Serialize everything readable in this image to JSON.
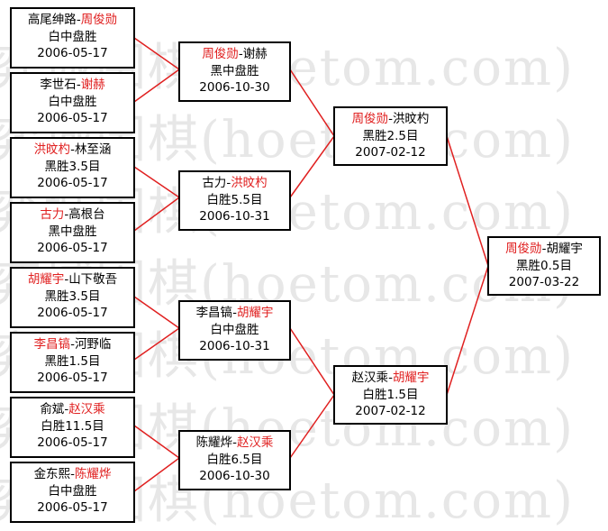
{
  "watermark": [
    "弈城围棋(hoetom.com)",
    "弈城围棋(hoetom.com)",
    "弈城围棋(hoetom.com)",
    "弈城围棋(hoetom.com)",
    "弈城围棋(hoetom.com)",
    "弈城围棋(hoetom.com)",
    "弈城围棋(hoetom.com)"
  ],
  "colors": {
    "winner": "#e02020",
    "connector": "#e02020",
    "border": "#000000"
  },
  "matches": [
    {
      "id": "r1m1",
      "p1": "高尾绅路",
      "sep": "-",
      "p2": "周俊勋",
      "winner": 2,
      "result": "白中盘胜",
      "date": "2006-05-17"
    },
    {
      "id": "r1m2",
      "p1": "李世石",
      "sep": "-",
      "p2": "谢赫",
      "winner": 2,
      "result": "白中盘胜",
      "date": "2006-05-17"
    },
    {
      "id": "r1m3",
      "p1": "洪旼杓",
      "sep": "-",
      "p2": "林至涵",
      "winner": 1,
      "result": "黑胜3.5目",
      "date": "2006-05-17"
    },
    {
      "id": "r1m4",
      "p1": "古力",
      "sep": "-",
      "p2": "高根台",
      "winner": 1,
      "result": "黑中盘胜",
      "date": "2006-05-17"
    },
    {
      "id": "r1m5",
      "p1": "胡耀宇",
      "sep": "-",
      "p2": "山下敬吾",
      "winner": 1,
      "result": "黑胜3.5目",
      "date": "2006-05-17"
    },
    {
      "id": "r1m6",
      "p1": "李昌镐",
      "sep": "-",
      "p2": "河野临",
      "winner": 1,
      "result": "黑胜1.5目",
      "date": "2006-05-17"
    },
    {
      "id": "r1m7",
      "p1": "俞斌",
      "sep": "-",
      "p2": "赵汉乘",
      "winner": 2,
      "result": "白胜11.5目",
      "date": "2006-05-17"
    },
    {
      "id": "r1m8",
      "p1": "金东熙",
      "sep": "-",
      "p2": "陈耀烨",
      "winner": 2,
      "result": "白中盘胜",
      "date": "2006-05-17"
    },
    {
      "id": "r2m1",
      "p1": "周俊勋",
      "sep": "-",
      "p2": "谢赫",
      "winner": 1,
      "result": "黑中盘胜",
      "date": "2006-10-30"
    },
    {
      "id": "r2m2",
      "p1": "古力",
      "sep": "-",
      "p2": "洪旼杓",
      "winner": 2,
      "result": "白胜5.5目",
      "date": "2006-10-31"
    },
    {
      "id": "r2m3",
      "p1": "李昌镐",
      "sep": "-",
      "p2": "胡耀宇",
      "winner": 2,
      "result": "白中盘胜",
      "date": "2006-10-31"
    },
    {
      "id": "r2m4",
      "p1": "陈耀烨",
      "sep": "-",
      "p2": "赵汉乘",
      "winner": 2,
      "result": "白胜6.5目",
      "date": "2006-10-30"
    },
    {
      "id": "r3m1",
      "p1": "周俊勋",
      "sep": "-",
      "p2": "洪旼杓",
      "winner": 1,
      "result": "黑胜2.5目",
      "date": "2007-02-12"
    },
    {
      "id": "r3m2",
      "p1": "赵汉乘",
      "sep": "-",
      "p2": "胡耀宇",
      "winner": 2,
      "result": "白胜1.5目",
      "date": "2007-02-12"
    },
    {
      "id": "final",
      "p1": "周俊勋",
      "sep": "-",
      "p2": "胡耀宇",
      "winner": 1,
      "result": "黑胜0.5目",
      "date": "2007-03-22"
    }
  ]
}
